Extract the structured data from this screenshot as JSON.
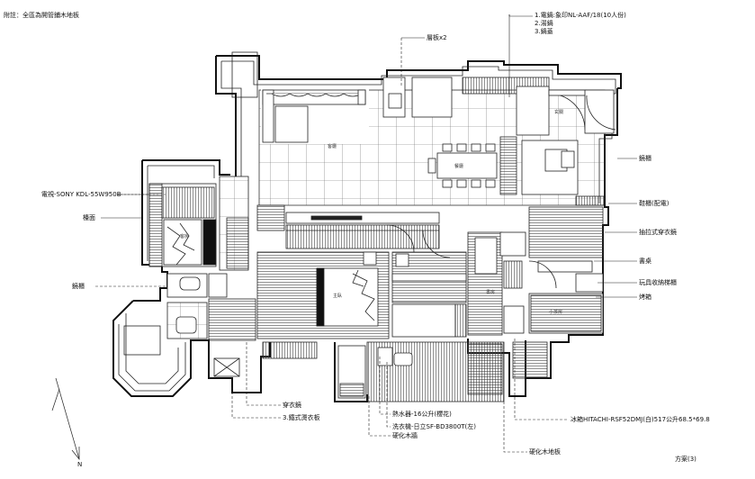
{
  "header": {
    "note": "附註：全區為開管鋪木地板"
  },
  "footer": {
    "plan_label": "方案(3)",
    "north": "N"
  },
  "callouts": {
    "appliances_top": [
      "1.電鍋:象印NL-AAF/18(10人份)",
      "2.湯鍋",
      "3.鍋蓋"
    ],
    "shelf": "層板x2",
    "tv": "電視-SONY KDL-55W950B",
    "counter": "檯面",
    "mirror_left": "鏡櫃",
    "mirror_right": "鏡櫃",
    "shoe_cabinet": "鞋櫃(配電)",
    "pullout_wardrobe": "抽拉式穿衣鏡",
    "desk": "書桌",
    "toy_storage": "玩具收納梯櫃",
    "grill": "烤箱",
    "dressing_mirror": "穿衣鏡",
    "ironing_board": "3.鐵式燙衣板",
    "water_heater": "熱水器-16公升(櫻花)",
    "washer": "洗衣機-日立SF-BD3800T(左)",
    "timber_wall": "硬化木牆",
    "fridge": "冰箱HITACHI-RSF52DMJ(白)517公升68.5*69.8",
    "timber_floor": "硬化木地板"
  },
  "rooms": {
    "living": "客廳",
    "dining": "餐廳",
    "entry": "玄關",
    "guest": "客房",
    "master": "主臥",
    "study": "書房",
    "kids": "小孩房"
  }
}
